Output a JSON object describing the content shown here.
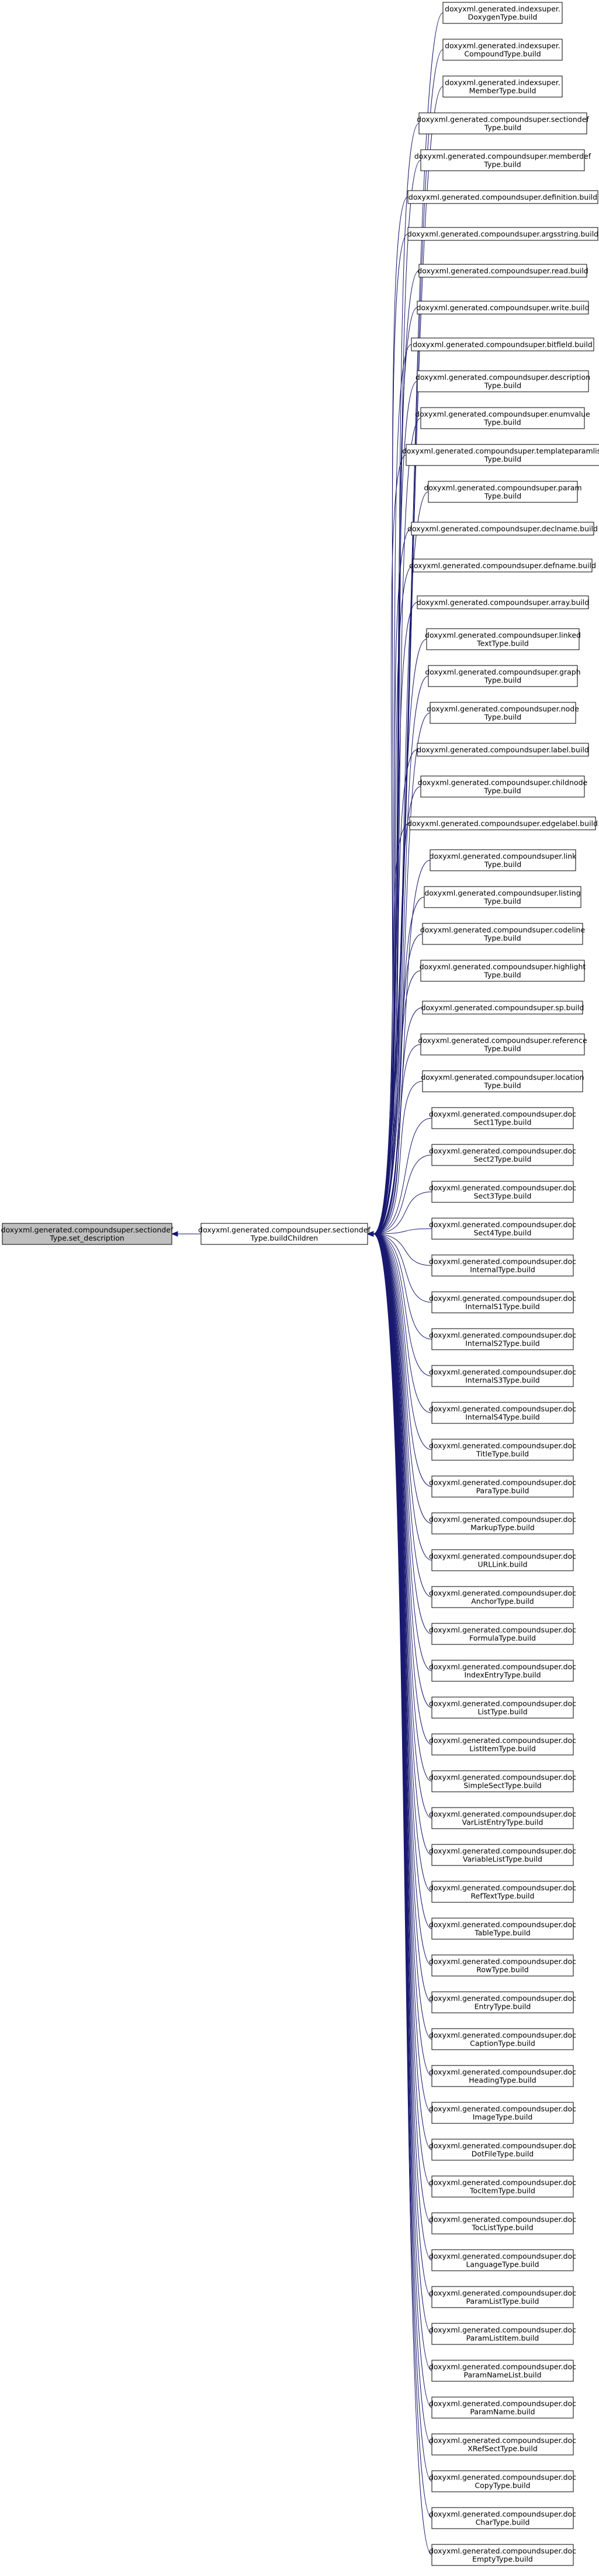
{
  "graph": {
    "edge_color": "#191970",
    "node_fill": "#ffffff",
    "root_fill": "#bfbfbf",
    "root": {
      "id": "root",
      "lines": [
        "doxyxml.generated.compoundsuper.sectiondef",
        "Type.set_description"
      ]
    },
    "mid": {
      "id": "mid",
      "lines": [
        "doxyxml.generated.compoundsuper.sectiondef",
        "Type.buildChildren"
      ]
    },
    "children": [
      {
        "lines": [
          "doxyxml.generated.indexsuper.",
          "DoxygenType.build"
        ]
      },
      {
        "lines": [
          "doxyxml.generated.indexsuper.",
          "CompoundType.build"
        ]
      },
      {
        "lines": [
          "doxyxml.generated.indexsuper.",
          "MemberType.build"
        ]
      },
      {
        "lines": [
          "doxyxml.generated.compoundsuper.sectiondef",
          "Type.build"
        ]
      },
      {
        "lines": [
          "doxyxml.generated.compoundsuper.memberdef",
          "Type.build"
        ]
      },
      {
        "lines": [
          "doxyxml.generated.compoundsuper.definition.build"
        ]
      },
      {
        "lines": [
          "doxyxml.generated.compoundsuper.argsstring.build"
        ]
      },
      {
        "lines": [
          "doxyxml.generated.compoundsuper.read.build"
        ]
      },
      {
        "lines": [
          "doxyxml.generated.compoundsuper.write.build"
        ]
      },
      {
        "lines": [
          "doxyxml.generated.compoundsuper.bitfield.build"
        ]
      },
      {
        "lines": [
          "doxyxml.generated.compoundsuper.description",
          "Type.build"
        ]
      },
      {
        "lines": [
          "doxyxml.generated.compoundsuper.enumvalue",
          "Type.build"
        ]
      },
      {
        "lines": [
          "doxyxml.generated.compoundsuper.templateparamlist",
          "Type.build"
        ]
      },
      {
        "lines": [
          "doxyxml.generated.compoundsuper.param",
          "Type.build"
        ]
      },
      {
        "lines": [
          "doxyxml.generated.compoundsuper.declname.build"
        ]
      },
      {
        "lines": [
          "doxyxml.generated.compoundsuper.defname.build"
        ]
      },
      {
        "lines": [
          "doxyxml.generated.compoundsuper.array.build"
        ]
      },
      {
        "lines": [
          "doxyxml.generated.compoundsuper.linked",
          "TextType.build"
        ]
      },
      {
        "lines": [
          "doxyxml.generated.compoundsuper.graph",
          "Type.build"
        ]
      },
      {
        "lines": [
          "doxyxml.generated.compoundsuper.node",
          "Type.build"
        ]
      },
      {
        "lines": [
          "doxyxml.generated.compoundsuper.label.build"
        ]
      },
      {
        "lines": [
          "doxyxml.generated.compoundsuper.childnode",
          "Type.build"
        ]
      },
      {
        "lines": [
          "doxyxml.generated.compoundsuper.edgelabel.build"
        ]
      },
      {
        "lines": [
          "doxyxml.generated.compoundsuper.link",
          "Type.build"
        ]
      },
      {
        "lines": [
          "doxyxml.generated.compoundsuper.listing",
          "Type.build"
        ]
      },
      {
        "lines": [
          "doxyxml.generated.compoundsuper.codeline",
          "Type.build"
        ]
      },
      {
        "lines": [
          "doxyxml.generated.compoundsuper.highlight",
          "Type.build"
        ]
      },
      {
        "lines": [
          "doxyxml.generated.compoundsuper.sp.build"
        ]
      },
      {
        "lines": [
          "doxyxml.generated.compoundsuper.reference",
          "Type.build"
        ]
      },
      {
        "lines": [
          "doxyxml.generated.compoundsuper.location",
          "Type.build"
        ]
      },
      {
        "lines": [
          "doxyxml.generated.compoundsuper.doc",
          "Sect1Type.build"
        ]
      },
      {
        "lines": [
          "doxyxml.generated.compoundsuper.doc",
          "Sect2Type.build"
        ]
      },
      {
        "lines": [
          "doxyxml.generated.compoundsuper.doc",
          "Sect3Type.build"
        ]
      },
      {
        "lines": [
          "doxyxml.generated.compoundsuper.doc",
          "Sect4Type.build"
        ]
      },
      {
        "lines": [
          "doxyxml.generated.compoundsuper.doc",
          "InternalType.build"
        ]
      },
      {
        "lines": [
          "doxyxml.generated.compoundsuper.doc",
          "InternalS1Type.build"
        ]
      },
      {
        "lines": [
          "doxyxml.generated.compoundsuper.doc",
          "InternalS2Type.build"
        ]
      },
      {
        "lines": [
          "doxyxml.generated.compoundsuper.doc",
          "InternalS3Type.build"
        ]
      },
      {
        "lines": [
          "doxyxml.generated.compoundsuper.doc",
          "InternalS4Type.build"
        ]
      },
      {
        "lines": [
          "doxyxml.generated.compoundsuper.doc",
          "TitleType.build"
        ]
      },
      {
        "lines": [
          "doxyxml.generated.compoundsuper.doc",
          "ParaType.build"
        ]
      },
      {
        "lines": [
          "doxyxml.generated.compoundsuper.doc",
          "MarkupType.build"
        ]
      },
      {
        "lines": [
          "doxyxml.generated.compoundsuper.doc",
          "URLLink.build"
        ]
      },
      {
        "lines": [
          "doxyxml.generated.compoundsuper.doc",
          "AnchorType.build"
        ]
      },
      {
        "lines": [
          "doxyxml.generated.compoundsuper.doc",
          "FormulaType.build"
        ]
      },
      {
        "lines": [
          "doxyxml.generated.compoundsuper.doc",
          "IndexEntryType.build"
        ]
      },
      {
        "lines": [
          "doxyxml.generated.compoundsuper.doc",
          "ListType.build"
        ]
      },
      {
        "lines": [
          "doxyxml.generated.compoundsuper.doc",
          "ListItemType.build"
        ]
      },
      {
        "lines": [
          "doxyxml.generated.compoundsuper.doc",
          "SimpleSectType.build"
        ]
      },
      {
        "lines": [
          "doxyxml.generated.compoundsuper.doc",
          "VarListEntryType.build"
        ]
      },
      {
        "lines": [
          "doxyxml.generated.compoundsuper.doc",
          "VariableListType.build"
        ]
      },
      {
        "lines": [
          "doxyxml.generated.compoundsuper.doc",
          "RefTextType.build"
        ]
      },
      {
        "lines": [
          "doxyxml.generated.compoundsuper.doc",
          "TableType.build"
        ]
      },
      {
        "lines": [
          "doxyxml.generated.compoundsuper.doc",
          "RowType.build"
        ]
      },
      {
        "lines": [
          "doxyxml.generated.compoundsuper.doc",
          "EntryType.build"
        ]
      },
      {
        "lines": [
          "doxyxml.generated.compoundsuper.doc",
          "CaptionType.build"
        ]
      },
      {
        "lines": [
          "doxyxml.generated.compoundsuper.doc",
          "HeadingType.build"
        ]
      },
      {
        "lines": [
          "doxyxml.generated.compoundsuper.doc",
          "ImageType.build"
        ]
      },
      {
        "lines": [
          "doxyxml.generated.compoundsuper.doc",
          "DotFileType.build"
        ]
      },
      {
        "lines": [
          "doxyxml.generated.compoundsuper.doc",
          "TocItemType.build"
        ]
      },
      {
        "lines": [
          "doxyxml.generated.compoundsuper.doc",
          "TocListType.build"
        ]
      },
      {
        "lines": [
          "doxyxml.generated.compoundsuper.doc",
          "LanguageType.build"
        ]
      },
      {
        "lines": [
          "doxyxml.generated.compoundsuper.doc",
          "ParamListType.build"
        ]
      },
      {
        "lines": [
          "doxyxml.generated.compoundsuper.doc",
          "ParamListItem.build"
        ]
      },
      {
        "lines": [
          "doxyxml.generated.compoundsuper.doc",
          "ParamNameList.build"
        ]
      },
      {
        "lines": [
          "doxyxml.generated.compoundsuper.doc",
          "ParamName.build"
        ]
      },
      {
        "lines": [
          "doxyxml.generated.compoundsuper.doc",
          "XRefSectType.build"
        ]
      },
      {
        "lines": [
          "doxyxml.generated.compoundsuper.doc",
          "CopyType.build"
        ]
      },
      {
        "lines": [
          "doxyxml.generated.compoundsuper.doc",
          "CharType.build"
        ]
      },
      {
        "lines": [
          "doxyxml.generated.compoundsuper.doc",
          "EmptyType.build"
        ]
      }
    ]
  }
}
